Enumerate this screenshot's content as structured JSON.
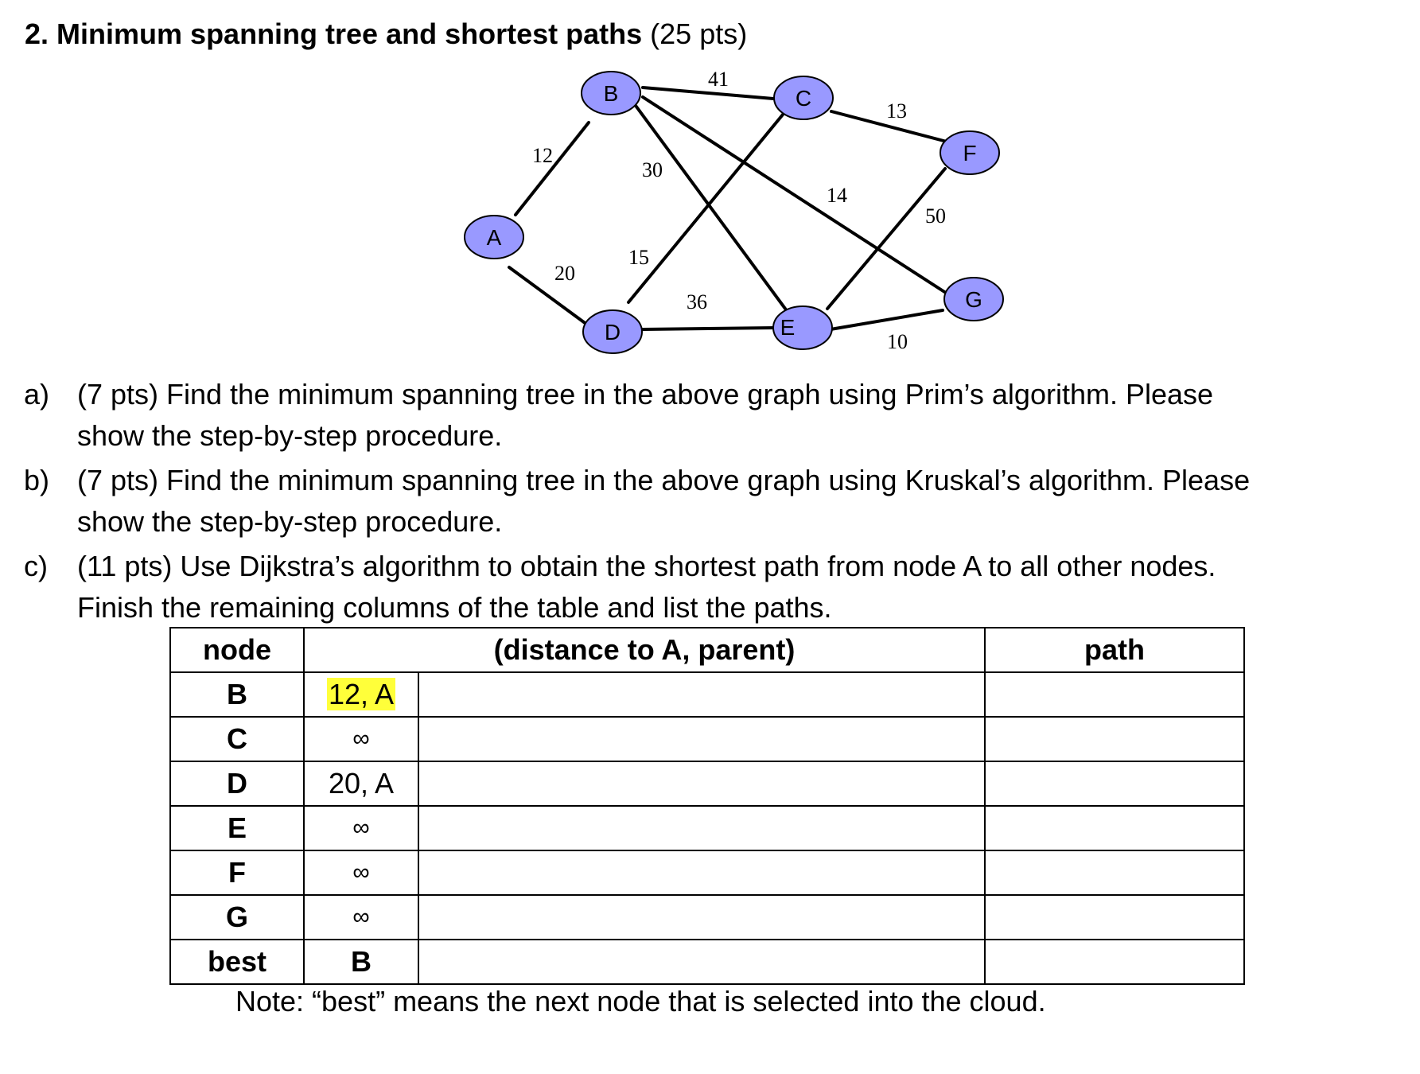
{
  "problem": {
    "number": "2.",
    "title": "Minimum spanning tree and shortest paths",
    "points": "(25 pts)"
  },
  "graph": {
    "node_fill": "#9999ff",
    "nodes": [
      "A",
      "B",
      "C",
      "D",
      "E",
      "F",
      "G"
    ],
    "edges": [
      {
        "from": "A",
        "to": "B",
        "weight": "12"
      },
      {
        "from": "A",
        "to": "D",
        "weight": "20"
      },
      {
        "from": "B",
        "to": "C",
        "weight": "41"
      },
      {
        "from": "B",
        "to": "E",
        "weight": "30"
      },
      {
        "from": "B",
        "to": "G",
        "weight": "14"
      },
      {
        "from": "C",
        "to": "D",
        "weight": "15"
      },
      {
        "from": "C",
        "to": "F",
        "weight": "13"
      },
      {
        "from": "D",
        "to": "E",
        "weight": "36"
      },
      {
        "from": "E",
        "to": "F",
        "weight": "50"
      },
      {
        "from": "E",
        "to": "G",
        "weight": "10"
      }
    ]
  },
  "questions": [
    {
      "letter": "a)",
      "line1": "(7 pts) Find the minimum spanning tree in the above graph using Prim’s algorithm. Please",
      "line2": "show the step-by-step procedure."
    },
    {
      "letter": "b)",
      "line1": "(7 pts) Find the minimum spanning tree in the above graph using Kruskal’s algorithm. Please",
      "line2": "show the step-by-step procedure."
    },
    {
      "letter": "c)",
      "line1": "(11 pts) Use Dijkstra’s algorithm to obtain the shortest path from node A to all other nodes.",
      "line2": "Finish the remaining columns of the table and list the paths."
    }
  ],
  "table": {
    "headers": {
      "node": "node",
      "distance": "(distance to A, parent)",
      "path": "path"
    },
    "rows": [
      {
        "node": "B",
        "initial": "12, A",
        "highlight": true
      },
      {
        "node": "C",
        "initial": "∞"
      },
      {
        "node": "D",
        "initial": "20, A"
      },
      {
        "node": "E",
        "initial": "∞"
      },
      {
        "node": "F",
        "initial": "∞"
      },
      {
        "node": "G",
        "initial": "∞"
      },
      {
        "node": "best",
        "initial": "B"
      }
    ],
    "highlight_color": "#ffff3a"
  },
  "note": "Note: “best” means the next node that is selected into the cloud."
}
